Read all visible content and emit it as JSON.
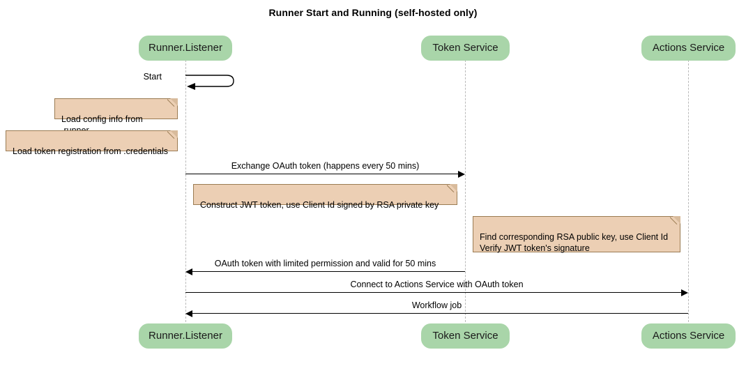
{
  "diagram": {
    "type": "sequence-diagram",
    "title": "Runner Start and Running (self-hosted only)",
    "colors": {
      "participant_fill": "#a9d5a9",
      "note_fill": "#eccfb4",
      "note_border": "#9a7b52",
      "lifeline": "#b9b9b9",
      "arrow": "#000000",
      "text": "#000000",
      "background": "#ffffff"
    }
  },
  "participants": [
    {
      "id": "runner",
      "label": "Runner.Listener"
    },
    {
      "id": "token",
      "label": "Token Service"
    },
    {
      "id": "actions",
      "label": "Actions Service"
    }
  ],
  "self_messages": [
    {
      "label": "Start",
      "participant": "runner"
    }
  ],
  "notes": [
    {
      "id": "note-load-config",
      "text": "Load config info from .runner",
      "attached_to": "runner"
    },
    {
      "id": "note-load-token",
      "text": "Load token registration from .credentials",
      "attached_to": "runner"
    },
    {
      "id": "note-construct-jwt",
      "text": "Construct JWT token, use Client Id signed by RSA private key",
      "attached_to": "runner"
    },
    {
      "id": "note-verify-jwt",
      "text": "Find corresponding RSA public key, use Client Id\nVerify JWT token's signature",
      "attached_to": "token"
    }
  ],
  "messages": [
    {
      "id": "msg-exchange-oauth",
      "label": "Exchange OAuth token (happens every 50 mins)",
      "from": "runner",
      "to": "token",
      "direction": "right"
    },
    {
      "id": "msg-oauth-return",
      "label": "OAuth token with limited permission and valid for 50 mins",
      "from": "token",
      "to": "runner",
      "direction": "left"
    },
    {
      "id": "msg-connect-actions",
      "label": "Connect to Actions Service with OAuth token",
      "from": "runner",
      "to": "actions",
      "direction": "right"
    },
    {
      "id": "msg-workflow-job",
      "label": "Workflow job",
      "from": "actions",
      "to": "runner",
      "direction": "left"
    }
  ]
}
